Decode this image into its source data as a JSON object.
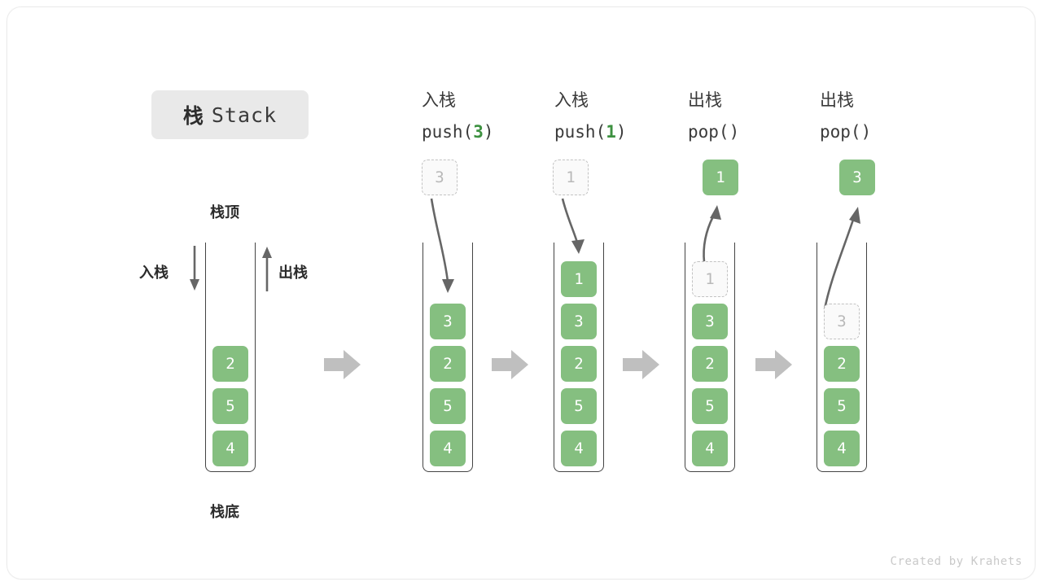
{
  "title": {
    "cn": "栈",
    "en": "Stack"
  },
  "legend": {
    "top_label": "栈顶",
    "bottom_label": "栈底",
    "push_label": "入栈",
    "pop_label": "出栈"
  },
  "colors": {
    "element_green": "#85bf80",
    "accent_green": "#3d9140",
    "ghost_border": "#c2c2c2",
    "ghost_text": "#b9b9b9",
    "tube_stroke": "#444444",
    "arrow_gray": "#666666",
    "block_arrow_gray": "#bfbfbf",
    "badge_bg": "#e9e9e9",
    "text_dark": "#2d2d2d"
  },
  "columns": [
    {
      "id": "initial",
      "head_cn": "",
      "head_code": "",
      "cells": [
        "2",
        "5",
        "4"
      ],
      "incoming": null,
      "outgoing": null
    },
    {
      "id": "push-3",
      "head_cn": "入栈",
      "head_code_prefix": "push(",
      "head_code_num": "3",
      "head_code_suffix": ")",
      "floating": {
        "value": "3",
        "style": "ghost"
      },
      "cells": [
        "3",
        "2",
        "5",
        "4"
      ],
      "arrow_dir": "down"
    },
    {
      "id": "push-1",
      "head_cn": "入栈",
      "head_code_prefix": "push(",
      "head_code_num": "1",
      "head_code_suffix": ")",
      "floating": {
        "value": "1",
        "style": "ghost"
      },
      "cells": [
        "1",
        "3",
        "2",
        "5",
        "4"
      ],
      "arrow_dir": "down"
    },
    {
      "id": "pop-1",
      "head_cn": "出栈",
      "head_code_prefix": "pop(",
      "head_code_num": "",
      "head_code_suffix": ")",
      "floating": {
        "value": "1",
        "style": "filled"
      },
      "cells": [
        "1",
        "3",
        "2",
        "5",
        "4"
      ],
      "ghost_index": 0,
      "arrow_dir": "up"
    },
    {
      "id": "pop-3",
      "head_cn": "出栈",
      "head_code_prefix": "pop(",
      "head_code_num": "",
      "head_code_suffix": ")",
      "floating": {
        "value": "3",
        "style": "filled"
      },
      "cells": [
        "3",
        "2",
        "5",
        "4"
      ],
      "ghost_index": 0,
      "arrow_dir": "up"
    }
  ],
  "footer": {
    "credit": "Created by Krahets"
  }
}
